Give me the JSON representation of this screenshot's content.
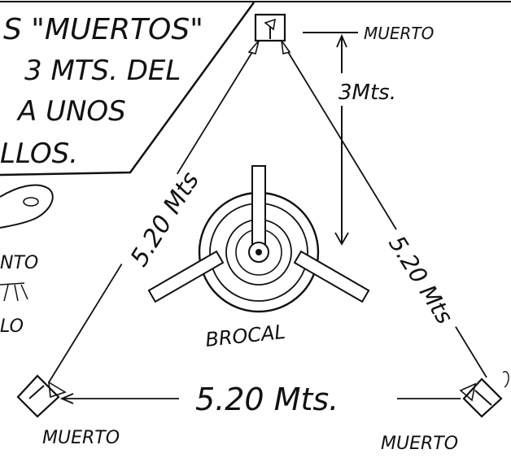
{
  "note": {
    "lines": [
      "S \"MUERTOS\"",
      "3 MTS. DEL",
      "A UNOS",
      "LLOS."
    ]
  },
  "left_fragments": [
    "NTO",
    "LO"
  ],
  "anchors": {
    "top": "MUERTO",
    "bottom_left": "MUERTO",
    "bottom_right": "MUERTO"
  },
  "distances": {
    "vertical": "3Mts.",
    "left_side": "5.20 Mts",
    "right_side": "5.20 Mts",
    "bottom": "5.20 Mts."
  },
  "center": {
    "label": "BROCAL"
  },
  "colors": {
    "ink": "#111111",
    "paper": "#ffffff"
  }
}
